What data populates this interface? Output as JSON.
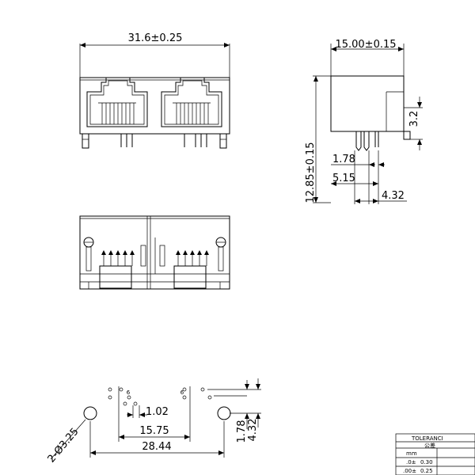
{
  "dimensions": {
    "front_width": "31.6±0.25",
    "side_depth": "15.00±0.15",
    "side_height": "12.85±0.15",
    "tab_height": "3.2",
    "pin_offset_a": "1.78",
    "pin_offset_b": "5.15",
    "pin_offset_c": "4.32",
    "pcb_pitch": "1.02",
    "pcb_row_span": "15.75",
    "pcb_hole_span": "28.44",
    "pcb_hole_dia": "2-Ø3.25",
    "pcb_right_a": "1.78",
    "pcb_right_b": "4.32",
    "pcb_pin1_left": "6",
    "pcb_pin1_right": "6"
  },
  "tolerance_table": {
    "title": "TOLERANCI",
    "subtitle": "公差",
    "unit": "mm",
    "row1_key": ".0±",
    "row1_val": "0.30",
    "row2_key": ".00±",
    "row2_val": "0.25"
  }
}
